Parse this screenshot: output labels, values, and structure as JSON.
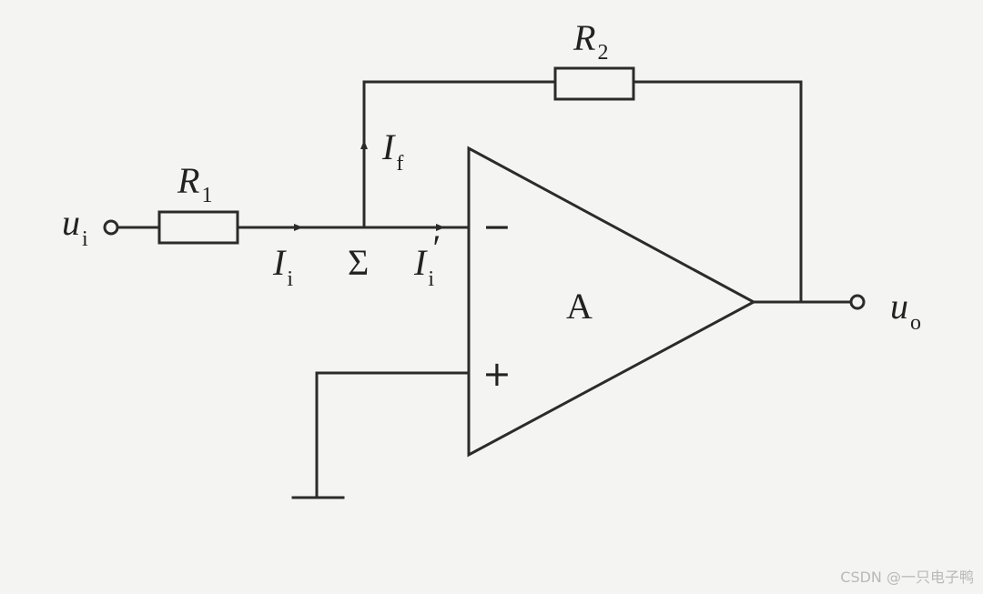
{
  "components": {
    "input_resistor": {
      "name": "R",
      "sub": "1"
    },
    "feedback_resistor": {
      "name": "R",
      "sub": "2"
    },
    "amplifier": {
      "name": "A",
      "inverting_sign": "−",
      "noninverting_sign": "+"
    }
  },
  "terminals": {
    "input": {
      "name": "u",
      "sub": "i"
    },
    "output": {
      "name": "u",
      "sub": "o"
    }
  },
  "currents": {
    "input": {
      "name": "I",
      "sub": "i"
    },
    "feedback": {
      "name": "I",
      "sub": "f"
    },
    "into_amp": {
      "name": "I",
      "sub": "i",
      "prime": "′"
    }
  },
  "node": {
    "symbol": "Σ"
  },
  "watermark": "CSDN @一只电子鸭"
}
